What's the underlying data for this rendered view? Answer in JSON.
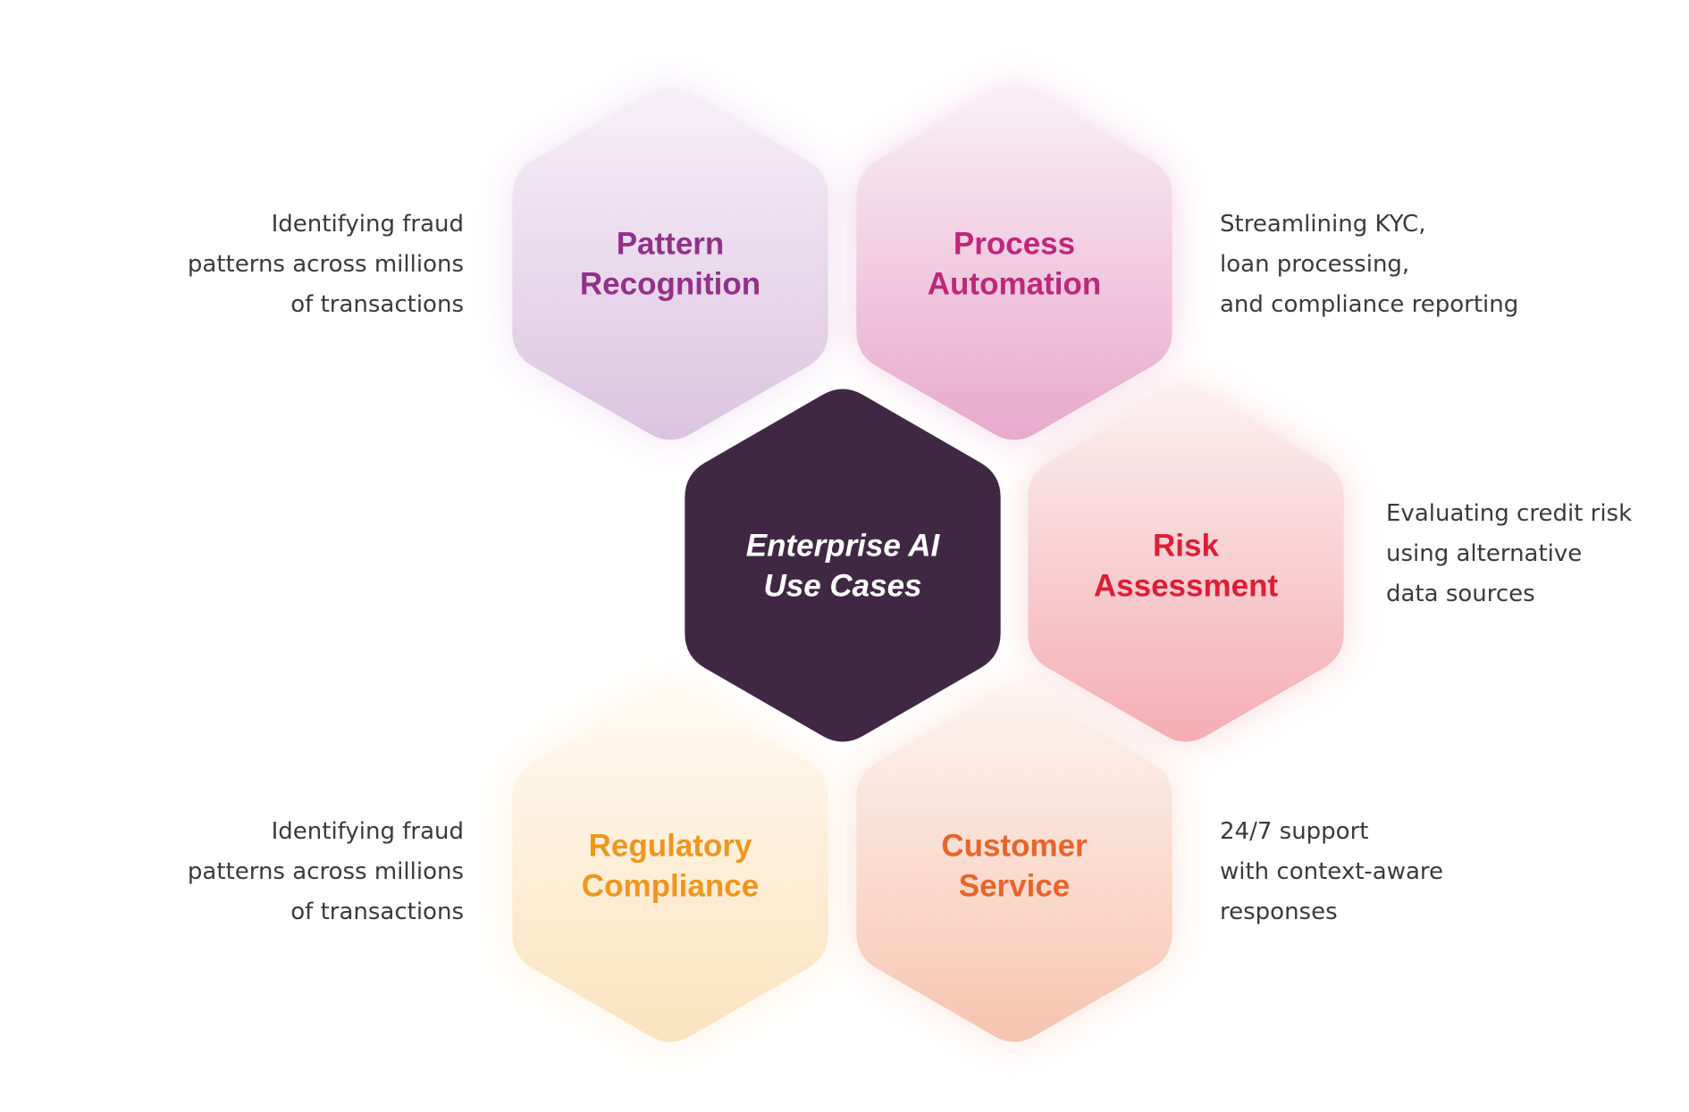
{
  "diagram": {
    "title_lines": [
      "Enterprise AI",
      "Use Cases"
    ],
    "center_color": "#402845",
    "center_text_color": "#ffffff",
    "nodes": [
      {
        "id": "pattern-recognition",
        "label_lines": [
          "Pattern",
          "Recognition"
        ],
        "label_color": "#93308a",
        "fill_top": "#f7f0f8",
        "fill_bottom": "#dcc4e0",
        "description": [
          "Identifying fraud",
          "patterns across millions",
          "of transactions"
        ]
      },
      {
        "id": "process-automation",
        "label_lines": [
          "Process",
          "Automation"
        ],
        "label_color": "#c0267a",
        "fill_top": "#faf0f5",
        "fill_bottom": "#e8a9cc",
        "description": [
          "Streamlining KYC,",
          "loan processing,",
          "and compliance reporting"
        ]
      },
      {
        "id": "risk-assessment",
        "label_lines": [
          "Risk",
          "Assessment"
        ],
        "label_color": "#dc1e36",
        "fill_top": "#fcf0f1",
        "fill_bottom": "#f4aeb3",
        "description": [
          "Evaluating credit risk",
          "using alternative",
          "data sources"
        ]
      },
      {
        "id": "regulatory-compliance",
        "label_lines": [
          "Regulatory",
          "Compliance"
        ],
        "label_color": "#f0961e",
        "fill_top": "#fffaf2",
        "fill_bottom": "#fce3be",
        "description": [
          "Identifying fraud",
          "patterns across millions",
          "of transactions"
        ]
      },
      {
        "id": "customer-service",
        "label_lines": [
          "Customer",
          "Service"
        ],
        "label_color": "#e8642a",
        "fill_top": "#fdf3ef",
        "fill_bottom": "#f6c5b0",
        "description": [
          "24/7 support",
          "with context-aware",
          "responses"
        ]
      }
    ]
  }
}
